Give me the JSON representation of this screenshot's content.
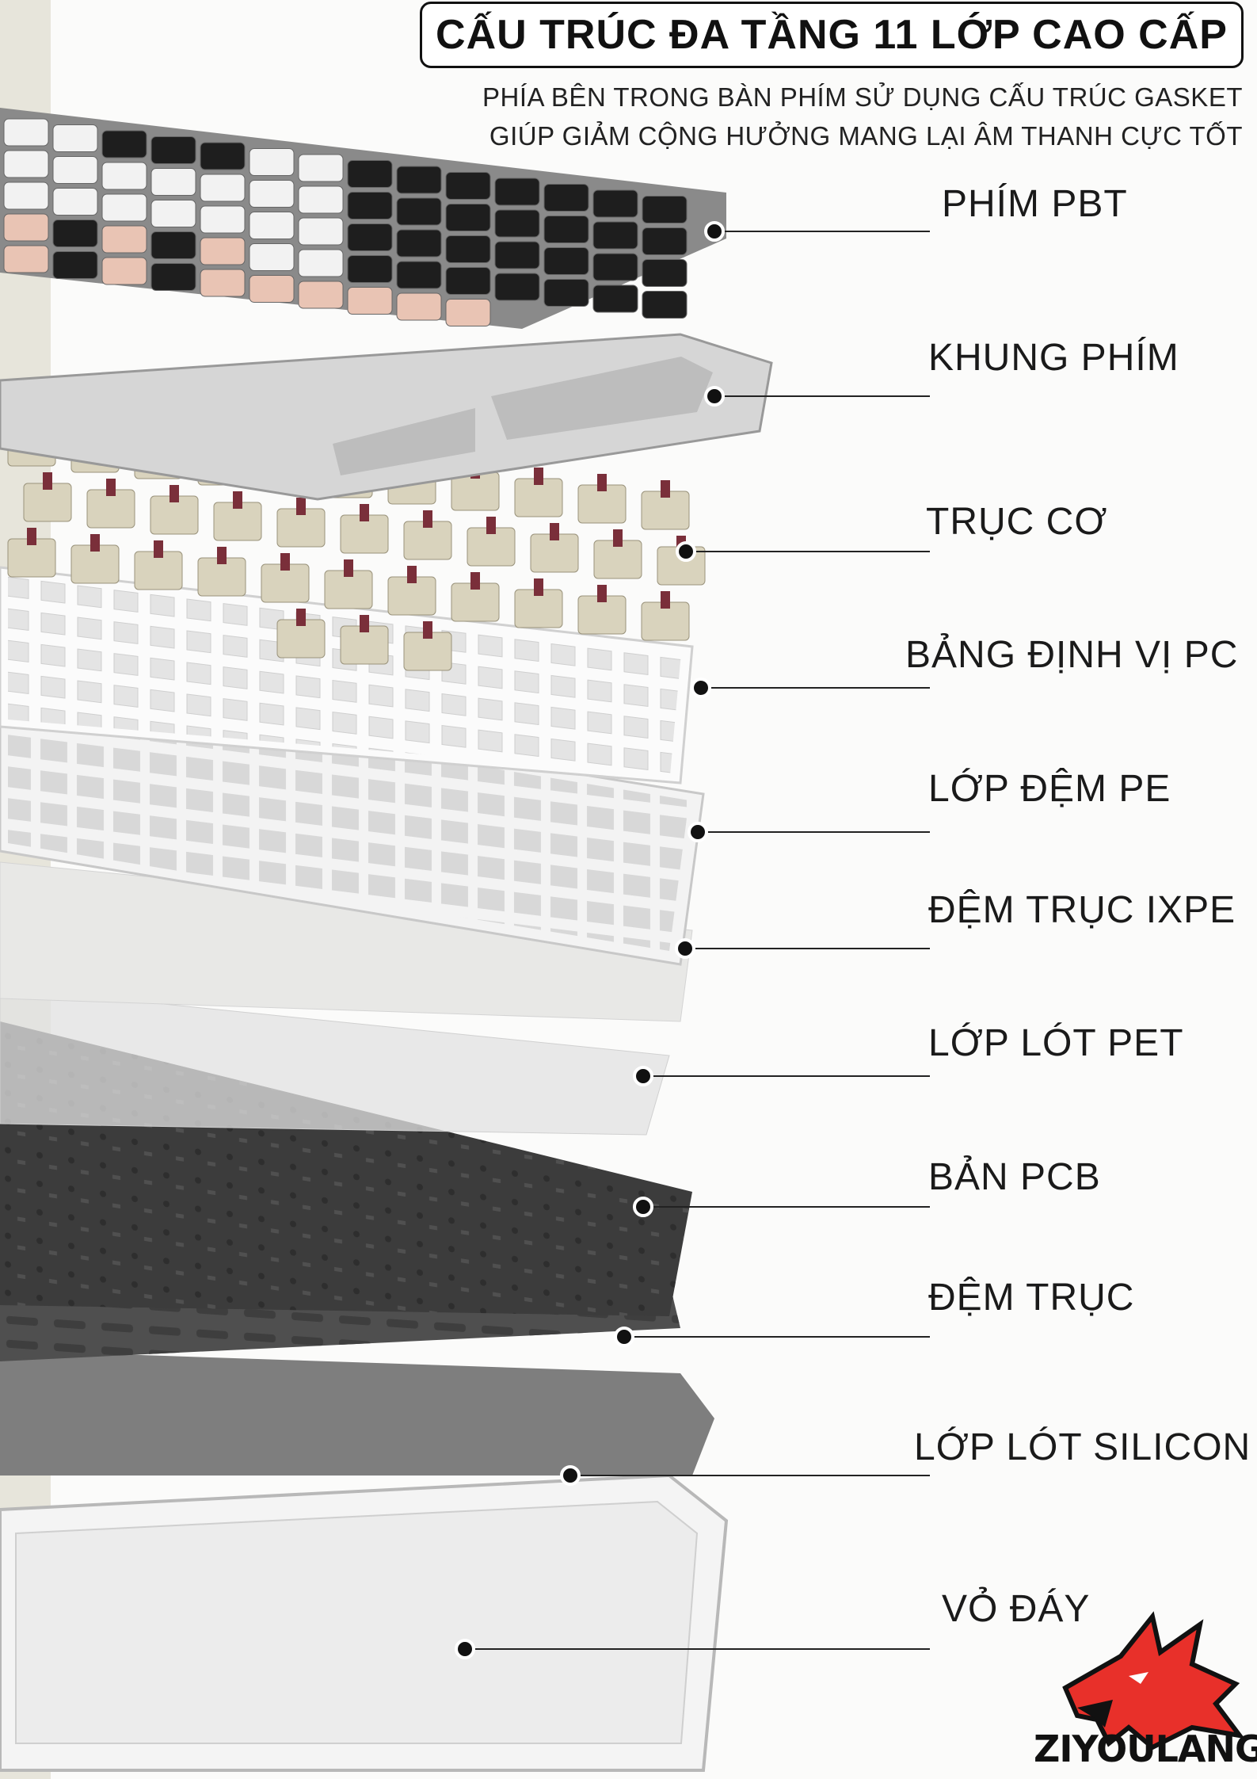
{
  "header": {
    "title": "CẤU TRÚC ĐA TẦNG 11 LỚP CAO CẤP",
    "subtitle_lines": [
      "PHÍA BÊN TRONG BÀN PHÍM SỬ DỤNG CẤU TRÚC GASKET",
      "GIÚP GIẢM CỘNG HƯỞNG MANG LẠI ÂM THANH CỰC TỐT"
    ]
  },
  "layers": [
    {
      "label": "PHÍM PBT"
    },
    {
      "label": "KHUNG PHÍM"
    },
    {
      "label": "TRỤC CƠ"
    },
    {
      "label": "BẢNG ĐỊNH VỊ PC"
    },
    {
      "label": "LỚP ĐỆM PE"
    },
    {
      "label": "ĐỆM TRỤC IXPE"
    },
    {
      "label": "LỚP LÓT PET"
    },
    {
      "label": "BẢN PCB"
    },
    {
      "label": "ĐỆM TRỤC"
    },
    {
      "label": "LỚP LÓT SILICON"
    },
    {
      "label": "VỎ ĐÁY"
    }
  ],
  "brand": {
    "name": "ZIYOULANG",
    "logo_icon": "red-wolf-head",
    "logo_color": "#e8302a"
  },
  "colors": {
    "keycap_dark": "#1e1e1e",
    "keycap_pink": "#e9c4b4",
    "keycap_white": "#f2f2f2",
    "switch_housing": "#d9d3bd",
    "switch_stem": "#7a2f3a",
    "pcb": "#3c3c3c"
  }
}
